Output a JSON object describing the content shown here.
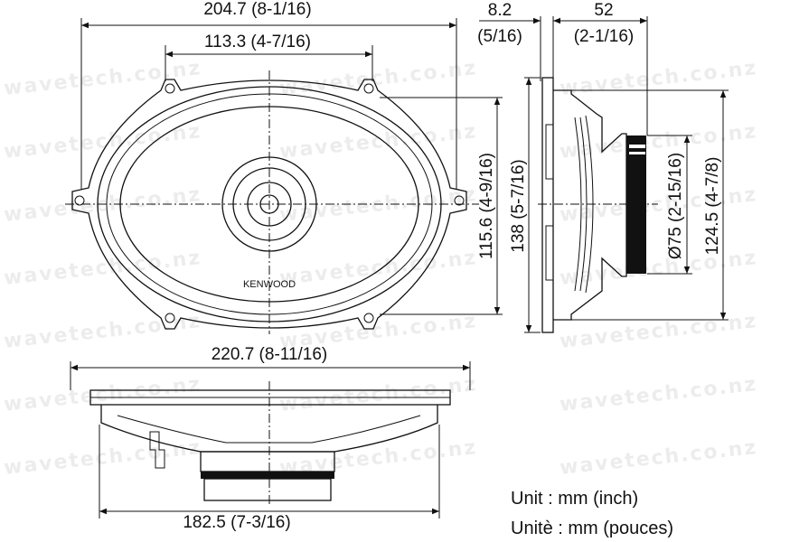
{
  "watermark": "wavetech.co.nz",
  "brand_label": "KENWOOD",
  "dimensions": {
    "front_width": "204.7 (8-1/16)",
    "front_mount_spacing": "113.3 (4-7/16)",
    "front_mount_height": "115.6 (4-9/16)",
    "flange_depth_mm": "8.2",
    "flange_depth_in": "(5/16)",
    "basket_depth_mm": "52",
    "basket_depth_in": "(2-1/16)",
    "side_height": "138 (5-7/16)",
    "magnet_diameter": "Ø75 (2-15/16)",
    "basket_height": "124.5 (4-7/8)",
    "bottom_width": "220.7 (8-11/16)",
    "bottom_basket_width": "182.5 (7-3/16)"
  },
  "units": {
    "english": "Unit : mm (inch)",
    "french": "Unitè : mm (pouces)"
  }
}
